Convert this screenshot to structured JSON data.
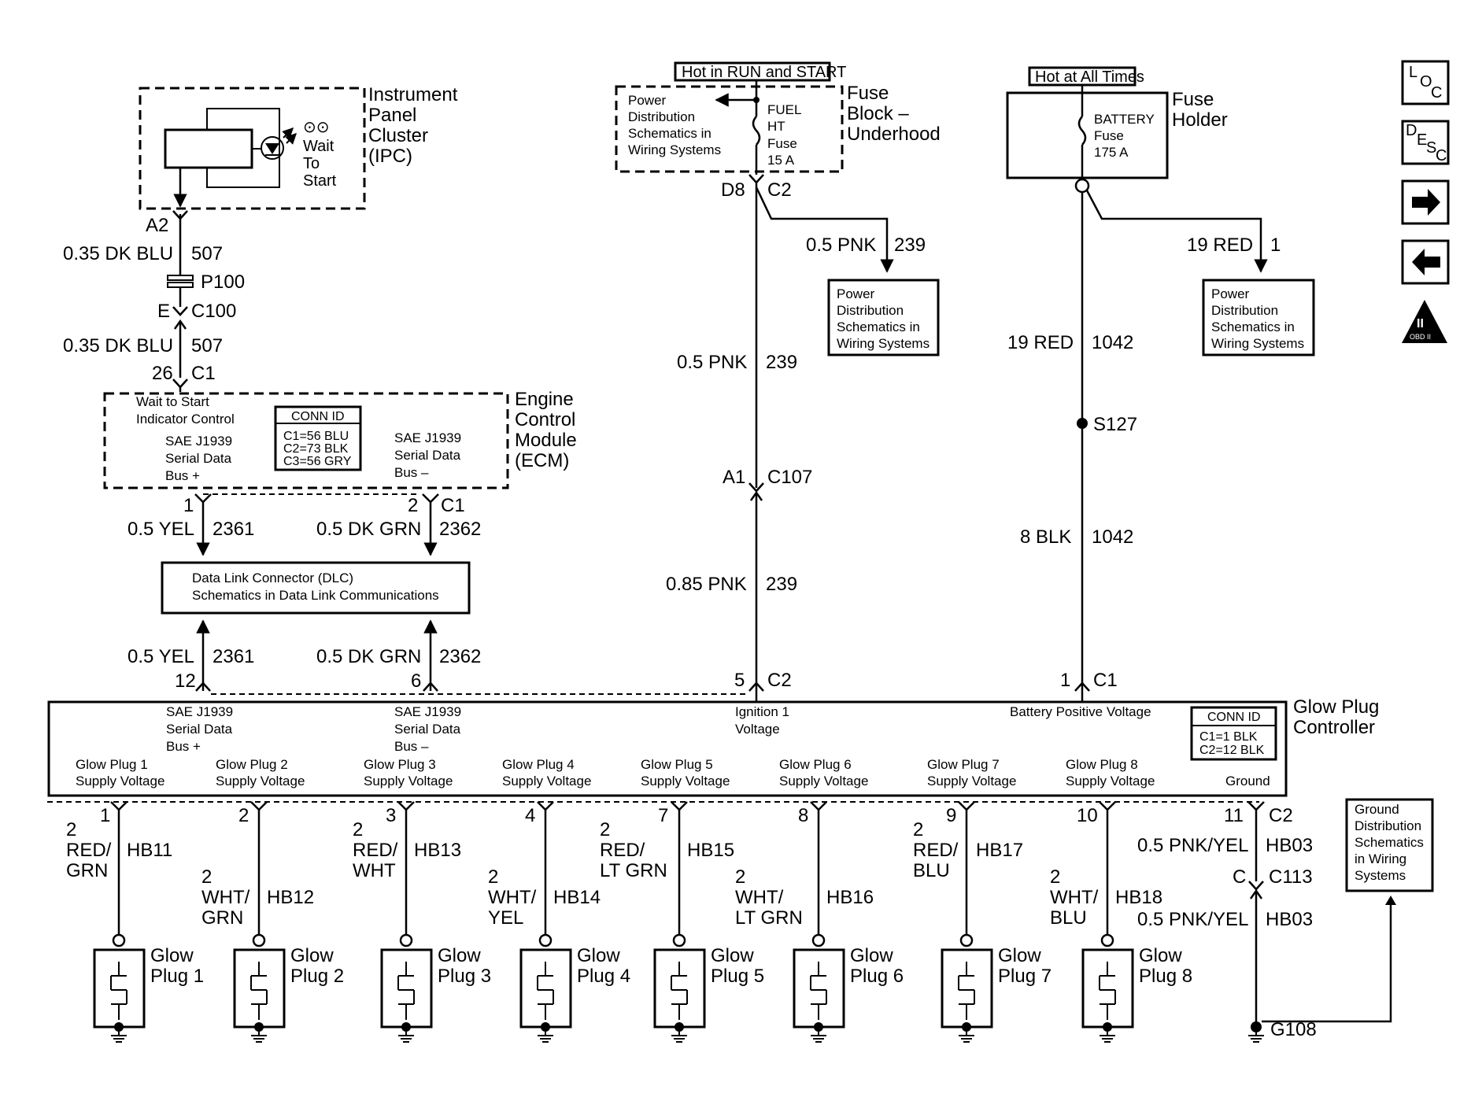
{
  "ipc": {
    "title": [
      "Instrument",
      "Panel",
      "Cluster",
      "(IPC)"
    ],
    "lamp": [
      "Wait",
      "To",
      "Start"
    ]
  },
  "ipc_conn": {
    "pin": "A2",
    "wire_gauge": "0.35 DK BLU",
    "circuit": "507"
  },
  "p100": "P100",
  "c100": {
    "pin": "E",
    "name": "C100"
  },
  "ipc_lower": {
    "wire_gauge": "0.35 DK BLU",
    "circuit": "507",
    "pin": "26",
    "conn": "C1"
  },
  "ecm": {
    "title": [
      "Engine",
      "Control",
      "Module",
      "(ECM)"
    ],
    "wts": [
      "Wait to Start",
      "Indicator Control"
    ],
    "bus_plus": [
      "SAE J1939",
      "Serial Data",
      "Bus +"
    ],
    "bus_minus": [
      "SAE J1939",
      "Serial Data",
      "Bus –"
    ],
    "conn_id": {
      "header": "CONN ID",
      "lines": [
        "C1=56 BLU",
        "C2=73 BLK",
        "C3=56 GRY"
      ]
    },
    "pin1": "1",
    "pin2": "2",
    "conn": "C1",
    "w1": {
      "gauge": "0.5 YEL",
      "circuit": "2361"
    },
    "w2": {
      "gauge": "0.5 DK GRN",
      "circuit": "2362"
    }
  },
  "dlc": {
    "lines": [
      "Data Link Connector (DLC)",
      "Schematics in Data Link Communications"
    ]
  },
  "dlc_lower": {
    "w1": {
      "gauge": "0.5 YEL",
      "circuit": "2361"
    },
    "w2": {
      "gauge": "0.5 DK GRN",
      "circuit": "2362"
    },
    "pin12": "12",
    "pin6": "6"
  },
  "fuse_block": {
    "hot_label": "Hot in RUN and START",
    "title": [
      "Fuse",
      "Block –",
      "Underhood"
    ],
    "pd": [
      "Power",
      "Distribution",
      "Schematics in",
      "Wiring Systems"
    ],
    "fuse": [
      "FUEL",
      "HT",
      "Fuse",
      "15 A"
    ],
    "pin": "D8",
    "conn": "C2"
  },
  "pd_box1": {
    "lines": [
      "Power",
      "Distribution",
      "Schematics in",
      "Wiring Systems"
    ],
    "gauge": "0.5 PNK",
    "circuit": "239"
  },
  "ign_wire": {
    "w1": {
      "gauge": "0.5 PNK",
      "circuit": "239"
    },
    "c107": {
      "pin": "A1",
      "name": "C107"
    },
    "w2": {
      "gauge": "0.85 PNK",
      "circuit": "239"
    },
    "pin": "5",
    "conn": "C2"
  },
  "fuse_holder": {
    "hot_label": "Hot at All Times",
    "title": [
      "Fuse",
      "Holder"
    ],
    "fuse": [
      "BATTERY",
      "Fuse",
      "175 A"
    ]
  },
  "pd_box2": {
    "lines": [
      "Power",
      "Distribution",
      "Schematics in",
      "Wiring Systems"
    ],
    "gauge": "19 RED",
    "circuit": "1"
  },
  "batt_wire": {
    "w1": {
      "gauge": "19 RED",
      "circuit": "1042"
    },
    "splice": "S127",
    "w2": {
      "gauge": "8 BLK",
      "circuit": "1042"
    },
    "pin": "1",
    "conn": "C1"
  },
  "side_icons": {
    "loc": [
      "L",
      "O",
      "C"
    ],
    "desc": [
      "D",
      "E",
      "S",
      "C"
    ],
    "obd": [
      "II",
      "OBD II"
    ]
  },
  "gpc": {
    "title": [
      "Glow Plug",
      "Controller"
    ],
    "bus_plus": [
      "SAE J1939",
      "Serial Data",
      "Bus +"
    ],
    "bus_minus": [
      "SAE J1939",
      "Serial Data",
      "Bus –"
    ],
    "ign": [
      "Ignition 1",
      "Voltage"
    ],
    "bpv": "Battery Positive Voltage",
    "conn_id": {
      "header": "CONN ID",
      "lines": [
        "C1=1 BLK",
        "C2=12 BLK"
      ]
    },
    "ground": "Ground",
    "supply": [
      [
        "Glow Plug 1",
        "Supply Voltage"
      ],
      [
        "Glow Plug 2",
        "Supply Voltage"
      ],
      [
        "Glow Plug 3",
        "Supply Voltage"
      ],
      [
        "Glow Plug 4",
        "Supply Voltage"
      ],
      [
        "Glow Plug 5",
        "Supply Voltage"
      ],
      [
        "Glow Plug 6",
        "Supply Voltage"
      ],
      [
        "Glow Plug 7",
        "Supply Voltage"
      ],
      [
        "Glow Plug 8",
        "Supply Voltage"
      ]
    ]
  },
  "plugs": [
    {
      "pin": "1",
      "gauge": [
        "2",
        "RED/",
        "GRN"
      ],
      "circuit": "HB11",
      "name": [
        "Glow",
        "Plug 1"
      ]
    },
    {
      "pin": "2",
      "gauge": [
        "2",
        "WHT/",
        "GRN"
      ],
      "circuit": "HB12",
      "name": [
        "Glow",
        "Plug 2"
      ]
    },
    {
      "pin": "3",
      "gauge": [
        "2",
        "RED/",
        "WHT"
      ],
      "circuit": "HB13",
      "name": [
        "Glow",
        "Plug 3"
      ]
    },
    {
      "pin": "4",
      "gauge": [
        "2",
        "WHT/",
        "YEL"
      ],
      "circuit": "HB14",
      "name": [
        "Glow",
        "Plug 4"
      ]
    },
    {
      "pin": "7",
      "gauge": [
        "2",
        "RED/",
        "LT GRN"
      ],
      "circuit": "HB15",
      "name": [
        "Glow",
        "Plug 5"
      ]
    },
    {
      "pin": "8",
      "gauge": [
        "2",
        "WHT/",
        "LT GRN"
      ],
      "circuit": "HB16",
      "name": [
        "Glow",
        "Plug 6"
      ]
    },
    {
      "pin": "9",
      "gauge": [
        "2",
        "RED/",
        "BLU"
      ],
      "circuit": "HB17",
      "name": [
        "Glow",
        "Plug 7"
      ]
    },
    {
      "pin": "10",
      "gauge": [
        "2",
        "WHT/",
        "BLU"
      ],
      "circuit": "HB18",
      "name": [
        "Glow",
        "Plug 8"
      ]
    }
  ],
  "ground_wire": {
    "pin": "11",
    "conn": "C2",
    "w1": {
      "gauge": "0.5 PNK/YEL",
      "circuit": "HB03"
    },
    "c113": {
      "pin": "C",
      "name": "C113"
    },
    "w2": {
      "gauge": "0.5 PNK/YEL",
      "circuit": "HB03"
    },
    "g108": "G108"
  },
  "ground_box": {
    "lines": [
      "Ground",
      "Distribution",
      "Schematics",
      "in Wiring",
      "Systems"
    ]
  }
}
